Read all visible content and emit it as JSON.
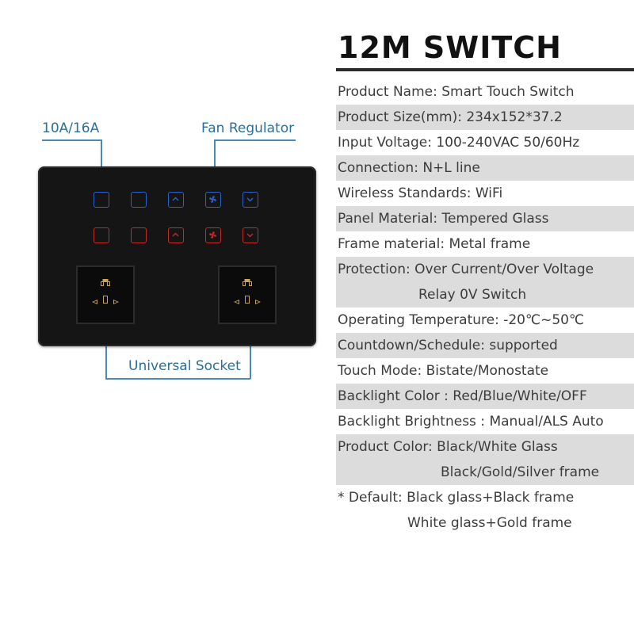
{
  "title": "12M SWITCH",
  "callouts": {
    "rating": "10A/16A",
    "fan": "Fan Regulator",
    "socket": "Universal Socket"
  },
  "colors": {
    "blue_key": "#2a63c8",
    "red_key": "#c42a2a",
    "panel": "#151515",
    "callout": "#2a6f9a"
  },
  "panel": {
    "top_row_icons": [
      "square-key",
      "square-key",
      "chevron-up-icon",
      "fan-icon",
      "chevron-down-icon"
    ],
    "bottom_row_icons": [
      "square-key",
      "square-key",
      "chevron-up-icon",
      "fan-icon",
      "chevron-down-icon"
    ],
    "socket_count": 2
  },
  "specs": [
    "Product Name: Smart Touch Switch",
    "Product Size(mm): 234x152*37.2",
    "Input Voltage: 100-240VAC 50/60Hz",
    "Connection: N+L line",
    "Wireless Standards:  WiFi",
    "Panel Material: Tempered Glass",
    "Frame material: Metal frame",
    "Protection: Over Current/Over Voltage",
    "Relay 0V Switch",
    "Operating Temperature: -20℃~50℃",
    "Countdown/Schedule: supported",
    "Touch Mode: Bistate/Monostate",
    "Backlight Color : Red/Blue/White/OFF",
    "Backlight Brightness : Manual/ALS Auto",
    "Product Color: Black/White Glass",
    "Black/Gold/Silver frame",
    "* Default: Black glass+Black frame",
    "White glass+Gold frame"
  ]
}
